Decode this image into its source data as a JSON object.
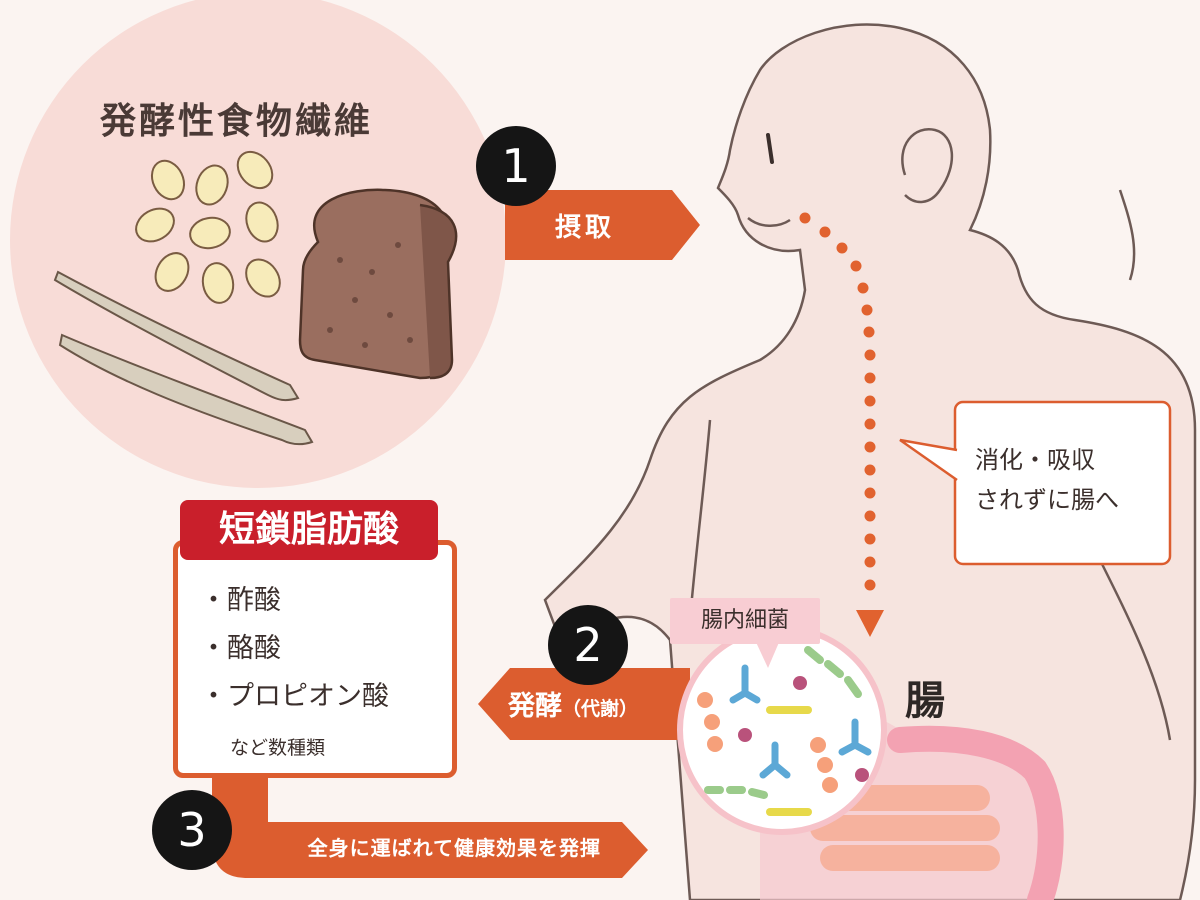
{
  "fiber": {
    "title": "発酵性食物繊維"
  },
  "steps": {
    "one": "1",
    "two": "2",
    "three": "3"
  },
  "arrows": {
    "ingest": "摂取",
    "ferment": "発酵",
    "ferment_sub": "（代謝）",
    "body_effect": "全身に運ばれて健康効果を発揮"
  },
  "callout": {
    "line1": "消化・吸収",
    "line2": "されずに腸へ"
  },
  "scfa": {
    "title": "短鎖脂肪酸",
    "items": [
      "・酢酸",
      "・酪酸",
      "・プロピオン酸"
    ],
    "note": "など数種類"
  },
  "bacteria": {
    "label": "腸内細菌"
  },
  "intestine": {
    "label": "腸"
  },
  "colors": {
    "accent_orange": "#dc5d2f",
    "scfa_red": "#c91f2b",
    "circle_pink": "#f8dcd7",
    "body_skin": "#f6e4df"
  }
}
